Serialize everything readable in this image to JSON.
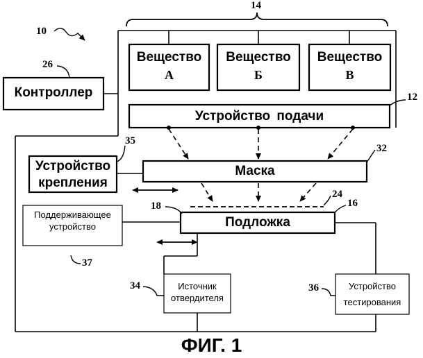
{
  "figure": {
    "caption": "ФИГ. 1",
    "ref_system": "10",
    "ref_group": "14"
  },
  "blocks": {
    "substance_a": {
      "line1": "Вещество",
      "line2": "А"
    },
    "substance_b": {
      "line1": "Вещество",
      "line2": "Б"
    },
    "substance_c": {
      "line1": "Вещество",
      "line2": "В"
    },
    "controller": {
      "label": "Контроллер",
      "ref": "26"
    },
    "feeder": {
      "label": "Устройство подачи",
      "ref": "12"
    },
    "fixture": {
      "line1": "Устройство",
      "line2": "крепления",
      "ref": "35"
    },
    "mask": {
      "label": "Маска",
      "ref": "32"
    },
    "support": {
      "line1": "Поддерживающее",
      "line2": "устройство",
      "ref": "37"
    },
    "substrate": {
      "label": "Подложка",
      "ref": "16",
      "ref_left": "18",
      "ref_layer": "24"
    },
    "hardener": {
      "line1": "Источник",
      "line2": "отвердителя",
      "ref": "34"
    },
    "tester": {
      "line1": "Устройство",
      "line2": "тестирования",
      "ref": "36"
    }
  },
  "colors": {
    "ink": "#000000",
    "paper": "#ffffff"
  }
}
